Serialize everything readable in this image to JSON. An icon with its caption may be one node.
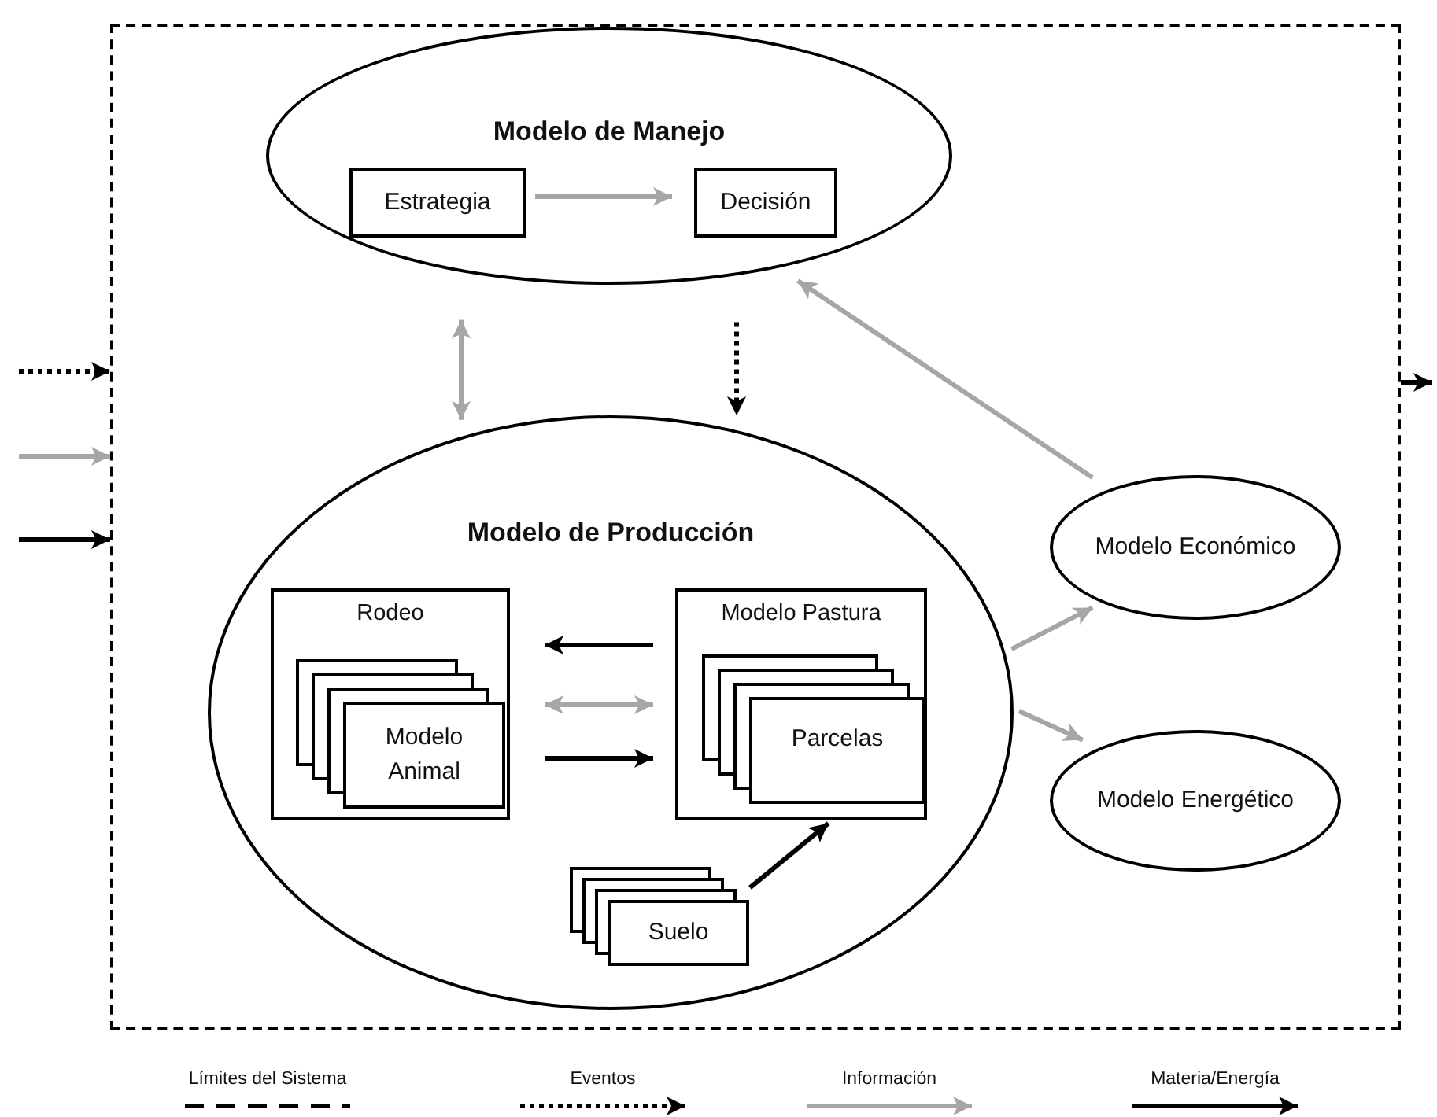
{
  "diagram": {
    "nodes": [
      {
        "text": [],
        "shape": "box"
      },
      {
        "text": [
          "Modelo de Manejo"
        ],
        "in": 0
      },
      {
        "text": [
          "Estrategia"
        ],
        "in": 1
      },
      {
        "text": [
          "Decisión"
        ],
        "in": 1
      },
      {
        "text": [
          "Modelo de Producción"
        ],
        "in": 0
      },
      {
        "text": [
          "Rodeo"
        ],
        "in": 4
      },
      {
        "text": [
          "Modelo Animal"
        ],
        "in": 5
      },
      {
        "text": [
          "Modelo Pastura"
        ],
        "in": 4
      },
      {
        "text": [
          "Parcelas"
        ],
        "in": 7
      },
      {
        "text": [
          "Suelo"
        ],
        "in": 4
      },
      {
        "text": [
          "Modelo Económico"
        ],
        "in": 0
      },
      {
        "text": [
          "Modelo Energético"
        ],
        "in": 0
      }
    ],
    "edges": [
      {
        "from": 2,
        "to": 3,
        "arrow": "to",
        "color": "#a6a6a6"
      },
      {
        "from": 1,
        "to": 4,
        "arrow": "both",
        "color": "#a6a6a6"
      },
      {
        "from": 1,
        "to": 4,
        "arrow": "to",
        "style": "dashed",
        "color": "#000000"
      },
      {
        "from": 10,
        "to": 1,
        "arrow": "to",
        "color": "#a6a6a6"
      },
      {
        "from": 7,
        "to": 5,
        "arrow": "to",
        "color": "#000000"
      },
      {
        "from": 5,
        "to": 7,
        "arrow": "both",
        "color": "#a6a6a6"
      },
      {
        "from": 5,
        "to": 7,
        "arrow": "to",
        "color": "#000000"
      },
      {
        "from": 9,
        "to": 7,
        "arrow": "to",
        "color": "#000000"
      },
      {
        "from": 4,
        "to": 10,
        "arrow": "to",
        "color": "#a6a6a6"
      },
      {
        "from": 4,
        "to": 11,
        "arrow": "to",
        "color": "#a6a6a6"
      },
      {
        "from": null,
        "to": 0,
        "arrow": "to",
        "style": "dashed",
        "color": "#000000"
      },
      {
        "from": null,
        "to": 0,
        "arrow": "to",
        "color": "#a6a6a6"
      },
      {
        "from": null,
        "to": 0,
        "arrow": "to",
        "color": "#000000"
      },
      {
        "from": 0,
        "to": null,
        "arrow": "to",
        "color": "#000000"
      }
    ],
    "legend": [
      {
        "text": "Límites del Sistema"
      },
      {
        "text": "Eventos"
      },
      {
        "text": "Información"
      },
      {
        "text": "Materia/Energía"
      }
    ]
  }
}
